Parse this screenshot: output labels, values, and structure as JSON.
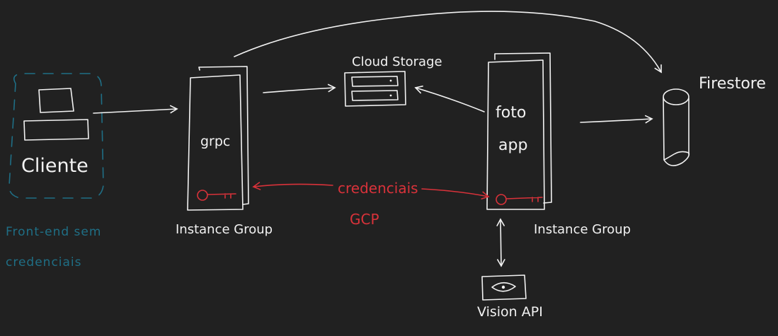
{
  "colors": {
    "background": "#212121",
    "ink": "#f2f2f2",
    "credential_red": "#d9323a",
    "frontend_blue": "#1f6f86"
  },
  "nodes": {
    "cliente": {
      "label": "Cliente",
      "icon": "laptop-icon"
    },
    "grpc": {
      "label": "grpc",
      "group_label": "Instance Group",
      "icon": "key-icon"
    },
    "cloud_storage": {
      "label": "Cloud Storage",
      "icon": "storage-icon"
    },
    "foto_app": {
      "label_line1": "foto",
      "label_line2": "app",
      "group_label": "Instance Group",
      "icon": "key-icon"
    },
    "firestore": {
      "label": "Firestore",
      "icon": "database-cylinder-icon"
    },
    "vision_api": {
      "label": "Vision API",
      "icon": "eye-icon"
    }
  },
  "annotations": {
    "credentials": {
      "line1": "credenciais",
      "line2": "GCP"
    },
    "frontend_note": {
      "line1": "Front-end sem",
      "line2": "credenciais"
    }
  }
}
